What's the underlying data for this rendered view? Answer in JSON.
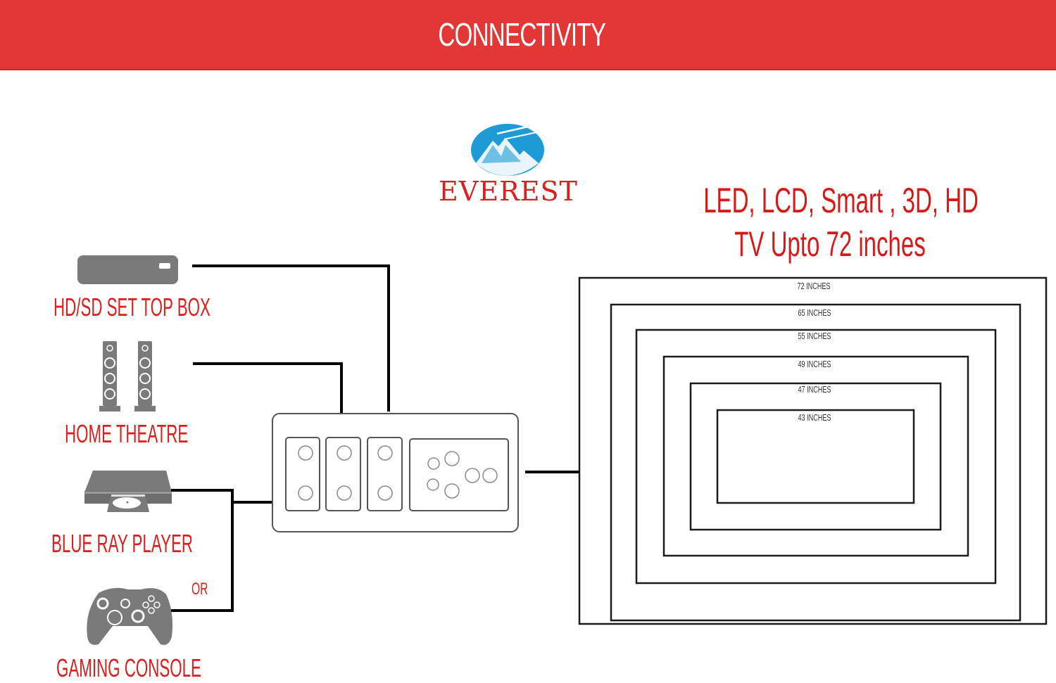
{
  "header": {
    "title": "CONNECTIVITY",
    "background_color": "#e23734"
  },
  "brand": {
    "name": "EVEREST",
    "logo_icon": "mountain-logo-icon",
    "logo_color": "#1e9bd7",
    "text_color": "#d8201f"
  },
  "tv_caption": {
    "line1": "LED, LCD, Smart , 3D, HD",
    "line2": "TV Upto 72 inches"
  },
  "devices": [
    {
      "label": "HD/SD SET TOP BOX",
      "icon": "set-top-box-icon"
    },
    {
      "label": "HOME THEATRE",
      "icon": "speakers-icon"
    },
    {
      "label": "BLUE RAY PLAYER",
      "icon": "blu-ray-player-icon"
    },
    {
      "label": "GAMING CONSOLE",
      "icon": "game-controller-icon"
    }
  ],
  "or_label": "OR",
  "switch_box": {
    "icon": "connector-panel-icon"
  },
  "tv_sizes": [
    {
      "label": "72 INCHES"
    },
    {
      "label": "65 INCHES"
    },
    {
      "label": "55 INCHES"
    },
    {
      "label": "49 INCHES"
    },
    {
      "label": "47 INCHES"
    },
    {
      "label": "43 INCHES"
    }
  ],
  "colors": {
    "label_red": "#d8201f",
    "icon_gray": "#7a7a7a",
    "line_black": "#000000"
  }
}
